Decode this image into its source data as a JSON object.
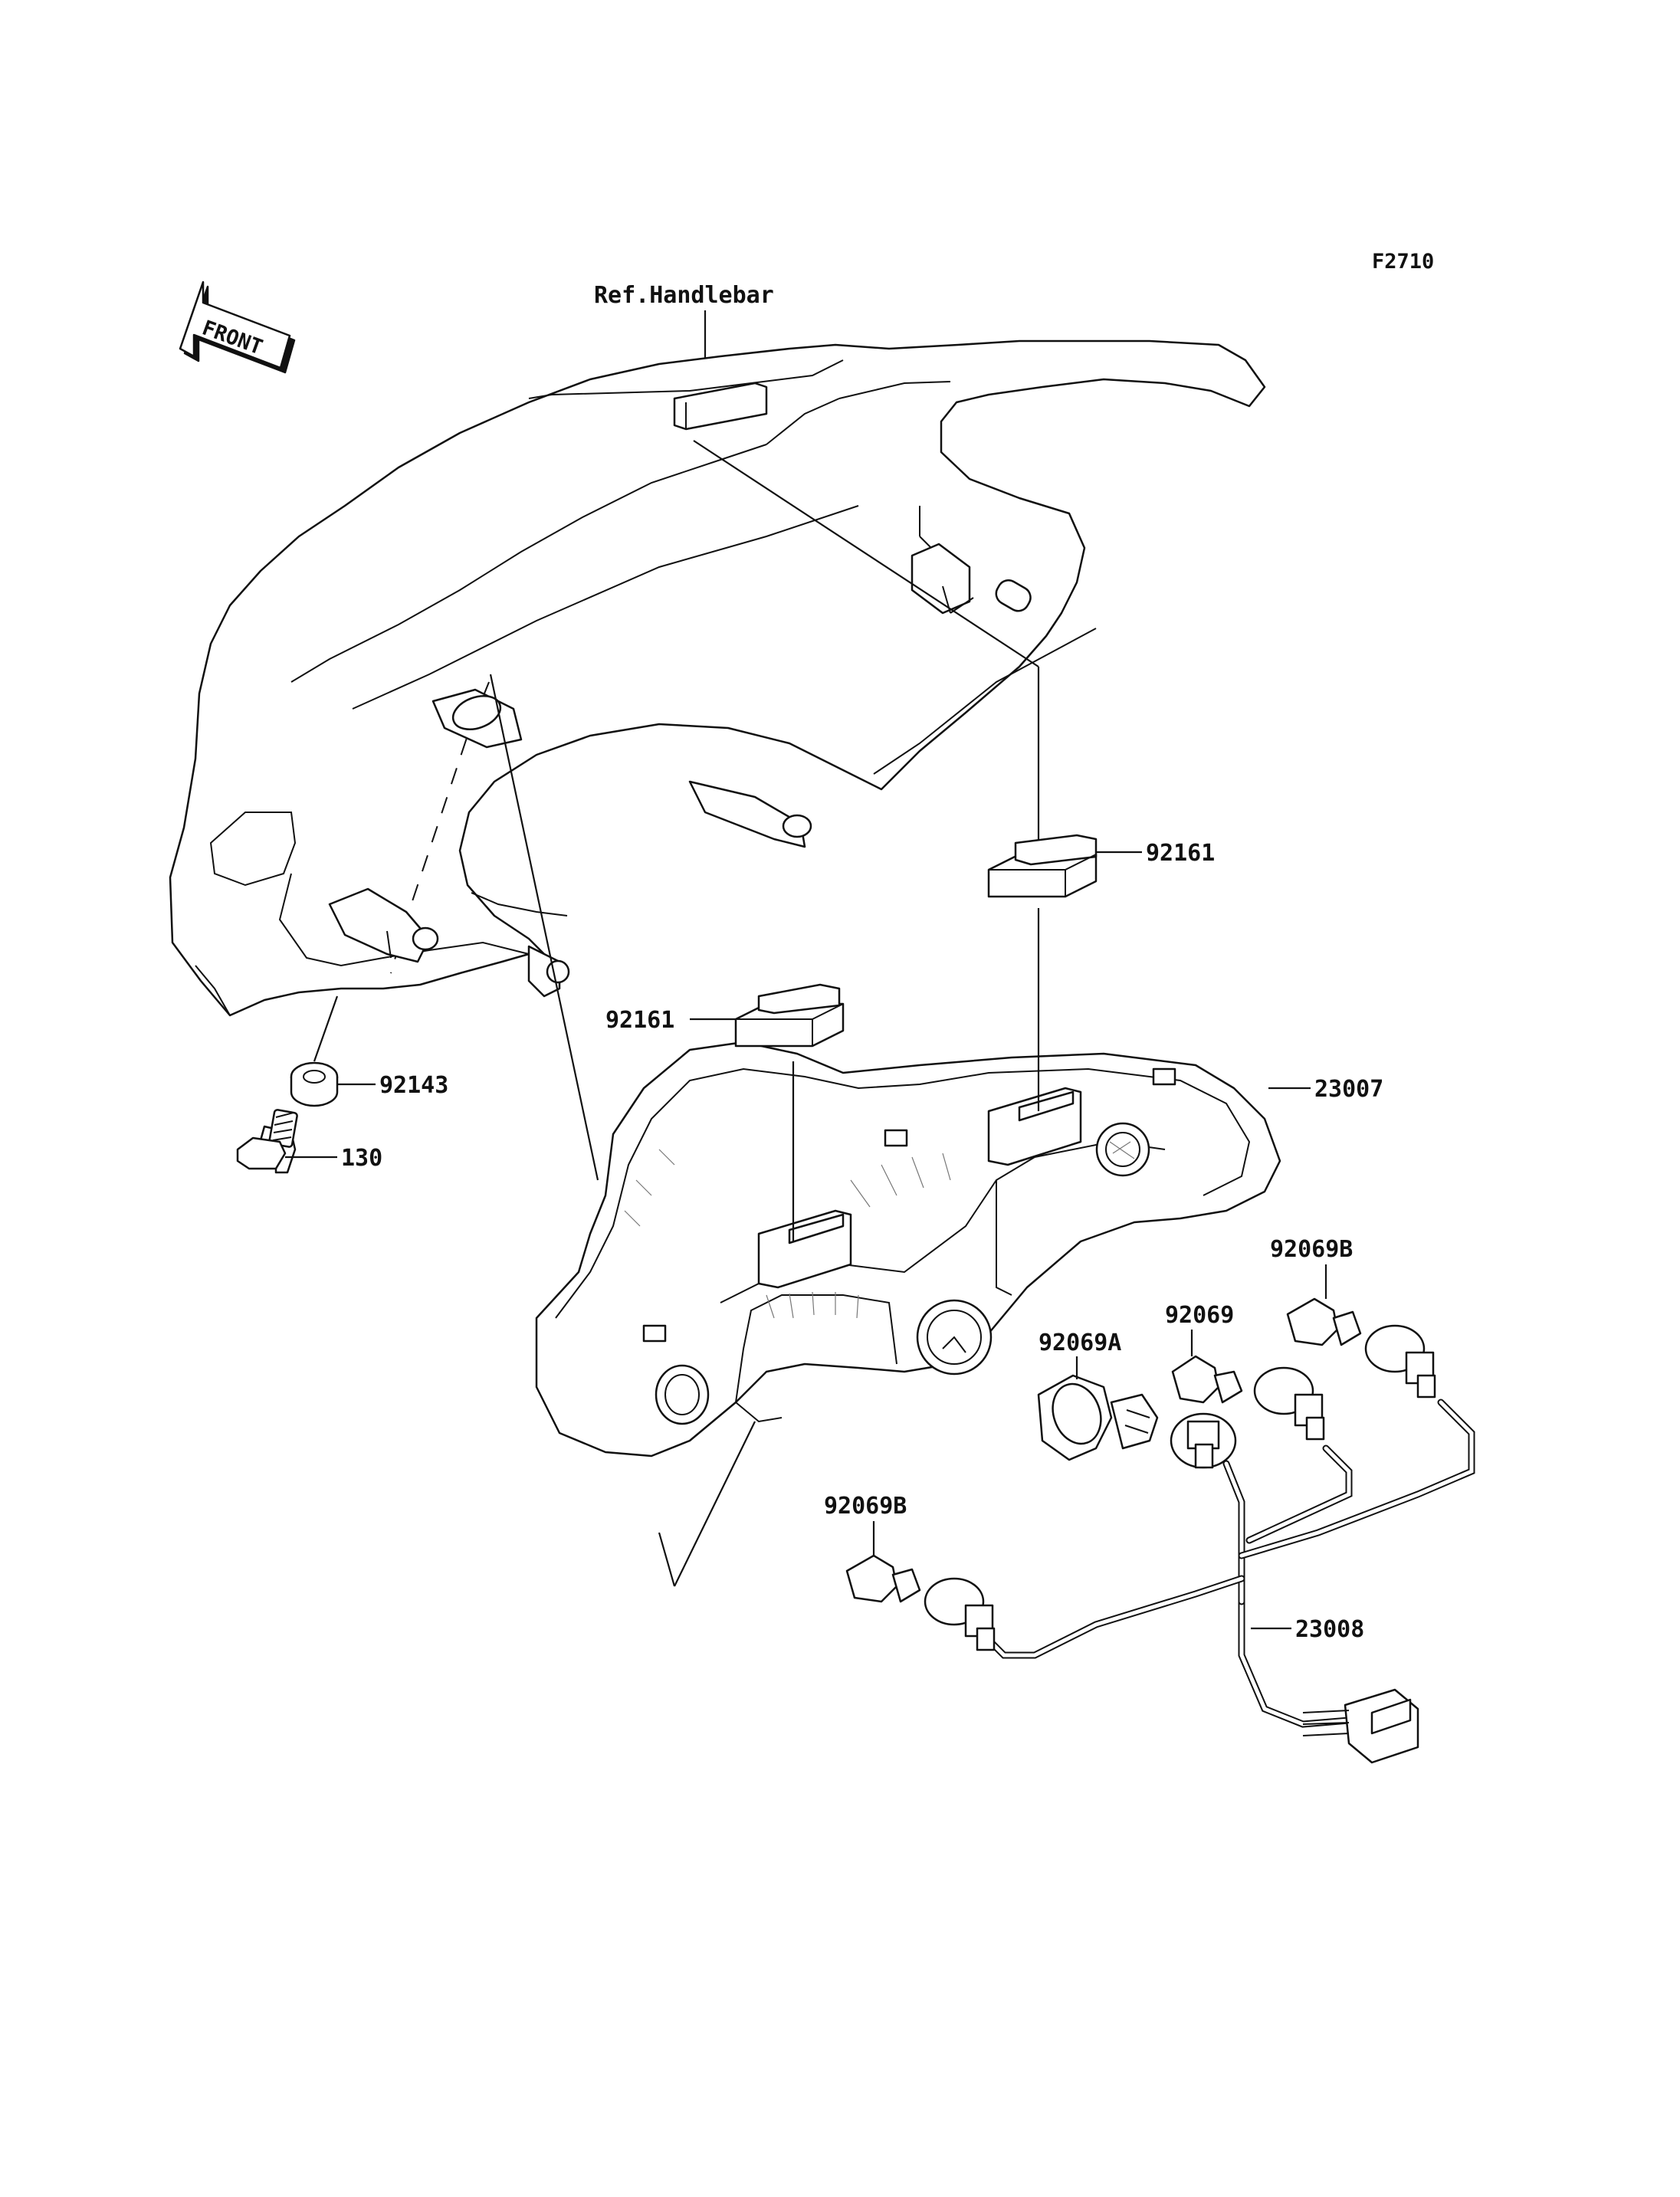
{
  "diagram_code": "F2710",
  "orientation_label": "FRONT",
  "reference_label": "Ref.Handlebar",
  "parts": {
    "upper_cover_pad": "92161",
    "lower_cover_pad": "92161",
    "grommet": "92143",
    "bolt": "130",
    "meter_case": "23007",
    "harness": "23008",
    "bulb_large": "92069A",
    "bulb_mid": "92069",
    "bulb_small_right": "92069B",
    "bulb_small_left": "92069B"
  }
}
